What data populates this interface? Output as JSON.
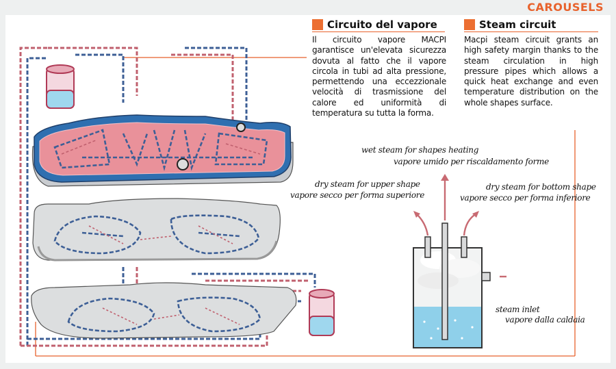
{
  "brand": "CAROUSELS",
  "italian": {
    "title": "Circuito del vapore",
    "body": "Il circuito vapore MACPI garantisce un'elevata sicurezza dovuta al fatto che il vapore circola in tubi ad alta pressione, permettendo una eccezzionale velocità di trasmissione del calore ed uniformità di temperatura su tutta la forma."
  },
  "english": {
    "title": "Steam circuit",
    "body": "Macpi steam circuit grants an high safety margin thanks to the steam circulation in high pressure pipes which allows a quick heat exchange and even temperature distribution on the whole shapes surface."
  },
  "labels": {
    "wet_en": "wet steam for shapes heating",
    "wet_it": "vapore umido per riscaldamento forme",
    "dry_upper_en": "dry steam for upper shape",
    "dry_upper_it": "vapore secco per forma superiore",
    "dry_bottom_en": "dry steam for bottom shape",
    "dry_bottom_it": "vapore secco per forma inferiore",
    "inlet_en": "steam inlet",
    "inlet_it": "vapore dalla caldaia"
  },
  "colors": {
    "accent": "#ec6f32",
    "steam_pipe_blue": "#3d5f96",
    "steam_pipe_red": "#c0606e",
    "heated_shape": "#e9919a",
    "water": "#8fd0ea"
  }
}
